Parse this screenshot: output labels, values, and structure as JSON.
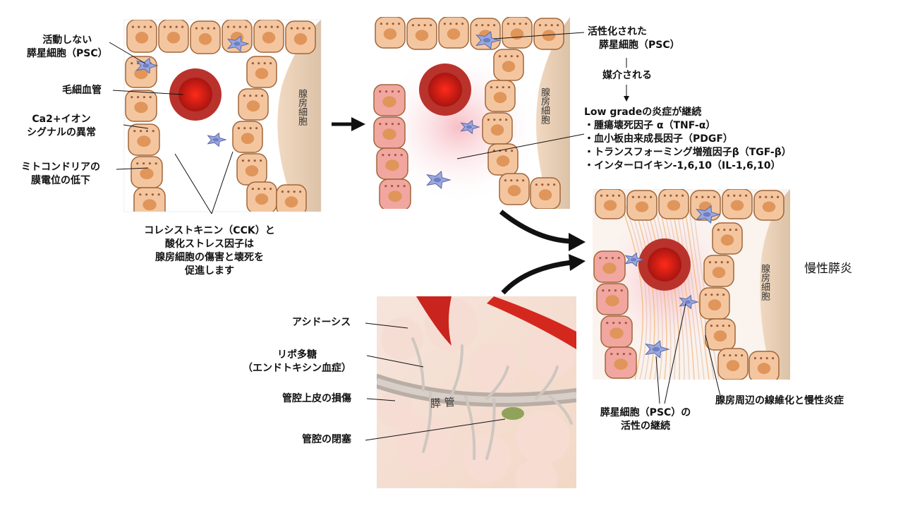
{
  "labels": {
    "inactive_psc": [
      "活動しない",
      "膵星細胞（PSC）"
    ],
    "capillary": "毛細血管",
    "ca_signal": [
      "Ca2+イオン",
      "シグナルの異常"
    ],
    "mito": [
      "ミトコンドリアの",
      "膜電位の低下"
    ],
    "cck": [
      "コレシストキニン（CCK）と",
      "酸化ストレス因子は",
      "腺房細胞の傷害と壊死を",
      "促進します"
    ],
    "activated_psc": [
      "活性化された",
      "膵星細胞（PSC）"
    ],
    "mediated": "媒介される",
    "inflammation_title": "Low gradeの炎症が継続",
    "inflammation_items": [
      "・腫瘍壊死因子 α（TNF-α）",
      "・血小板由来成長因子（PDGF）",
      "・トランスフォーミング増殖因子β（TGF-β）",
      "・インターロイキン-1,6,10（IL-1,6,10）"
    ],
    "chronic": "慢性膵炎",
    "acidosis": "アシドーシス",
    "lps": [
      "リポ多糖",
      "（エンドトキシン血症）"
    ],
    "duct_injury": "管腔上皮の損傷",
    "duct_block": "管腔の閉塞",
    "psc_continued": [
      "膵星細胞（PSC）の",
      "活性の継続"
    ],
    "fibrosis": "腺房周辺の線維化と慢性炎症",
    "acinar": "腺房細胞",
    "duct": "膵 管"
  },
  "colors": {
    "cell": "#f4c6a0",
    "cell_edge": "#a0663a",
    "nucleus": "#e0955a",
    "inflamed_cell": "#f2a6a0",
    "capillary": "#d9231f",
    "psc": "#9aa8dd",
    "duct": "#bdb2aa",
    "fiber": "#f2b36c"
  }
}
